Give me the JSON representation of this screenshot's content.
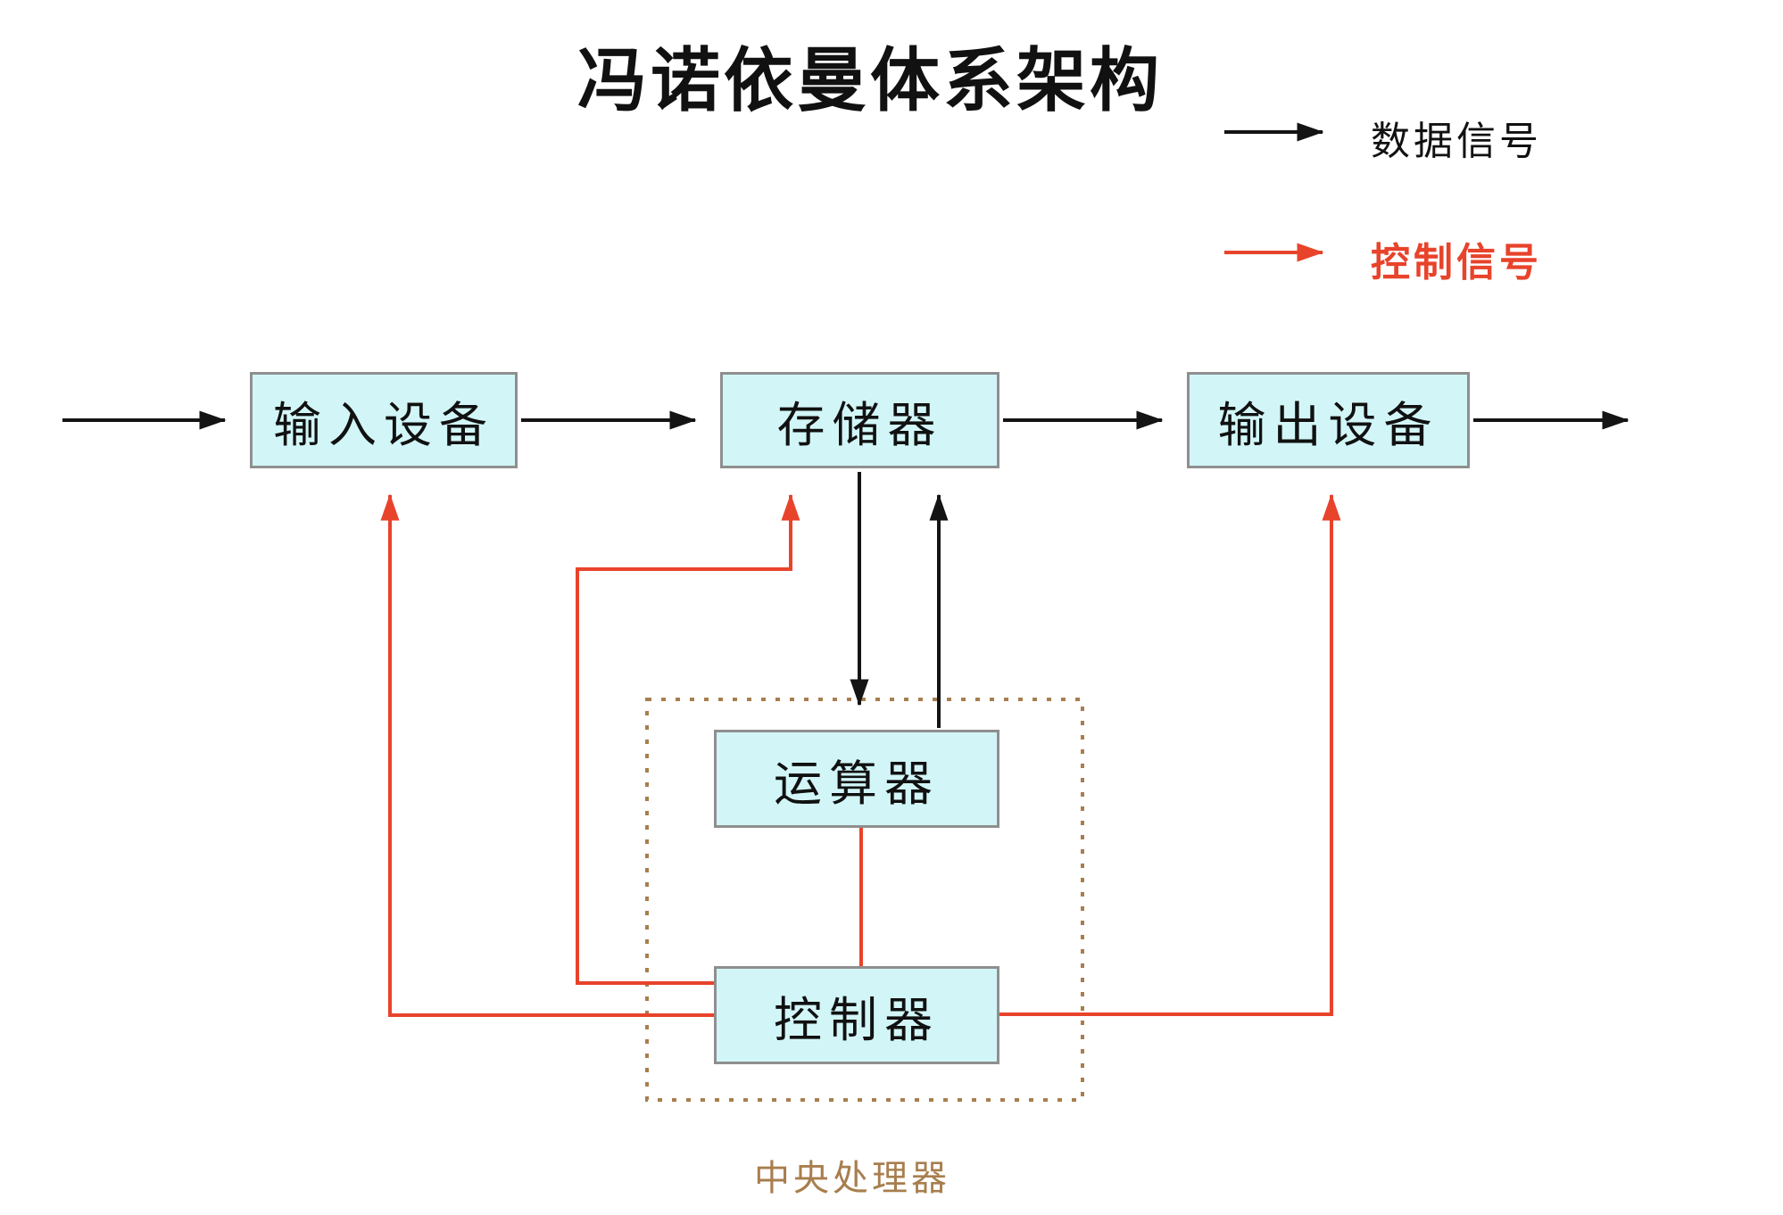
{
  "title": "冯诺依曼体系架构",
  "legend": {
    "data_signal": "数据信号",
    "control_signal": "控制信号"
  },
  "nodes": {
    "input_device": "输入设备",
    "memory": "存储器",
    "output_device": "输出设备",
    "alu": "运算器",
    "control_unit": "控制器"
  },
  "cpu_group_label": "中央处理器",
  "colors": {
    "data-signal": "#141414",
    "control-signal": "#e8432b",
    "node-fill": "#d2f6f8",
    "node-border": "#8f8f8f",
    "cpu-border": "#a87e4e",
    "cpu-label": "#a87e4e",
    "text": "#111111"
  }
}
